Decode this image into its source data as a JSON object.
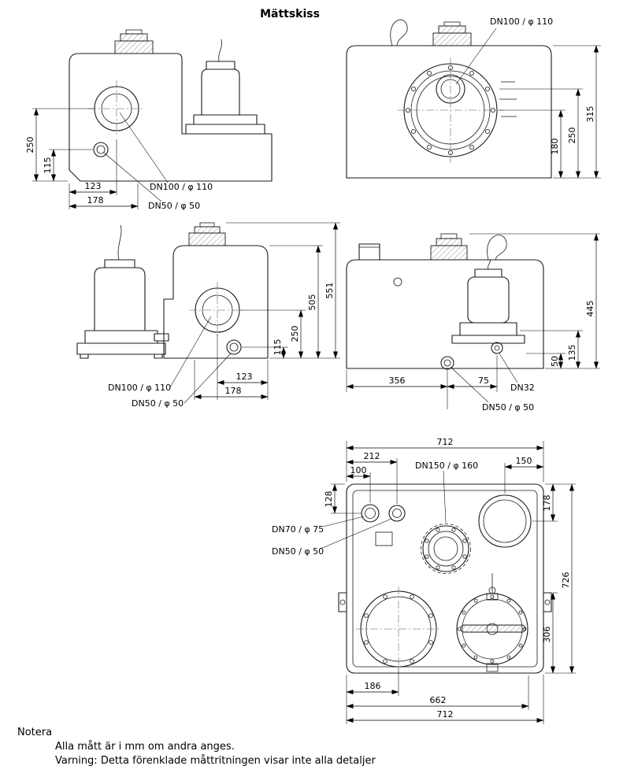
{
  "title": "Mättskiss",
  "front_upper": {
    "dim_250": "250",
    "dim_115": "115",
    "dim_123": "123",
    "dim_178": "178",
    "label_dn100": "DN100 /  φ 110",
    "label_dn50": "DN50 /  φ 50"
  },
  "side_upper": {
    "label_dn100": "DN100 /  φ 110",
    "dim_180": "180",
    "dim_250": "250",
    "dim_315": "315"
  },
  "front_lower": {
    "dim_551": "551",
    "dim_505": "505",
    "dim_250": "250",
    "dim_115": "115",
    "dim_123": "123",
    "dim_178": "178",
    "label_dn100": "DN100 /  φ 110",
    "label_dn50": "DN50 /  φ 50"
  },
  "side_lower": {
    "dim_445": "445",
    "dim_135": "135",
    "dim_50": "50",
    "dim_356": "356",
    "dim_75": "75",
    "label_dn32": "DN32",
    "label_dn50": "DN50 /  φ 50"
  },
  "top_view": {
    "dim_712_top": "712",
    "dim_212": "212",
    "dim_100": "100",
    "dim_150": "150",
    "label_dn150": "DN150 /  φ 160",
    "dim_128": "128",
    "dim_178": "178",
    "dim_726": "726",
    "dim_306": "306",
    "dim_186": "186",
    "dim_662": "662",
    "dim_712_bottom": "712",
    "label_dn70": "DN70 /  φ 75",
    "label_dn50": "DN50 /  φ 50"
  },
  "notes": {
    "heading": "Notera",
    "line1": "Alla mått är i mm om andra anges.",
    "line2": "Varning: Detta förenklade måttritningen visar inte alla detaljer"
  }
}
